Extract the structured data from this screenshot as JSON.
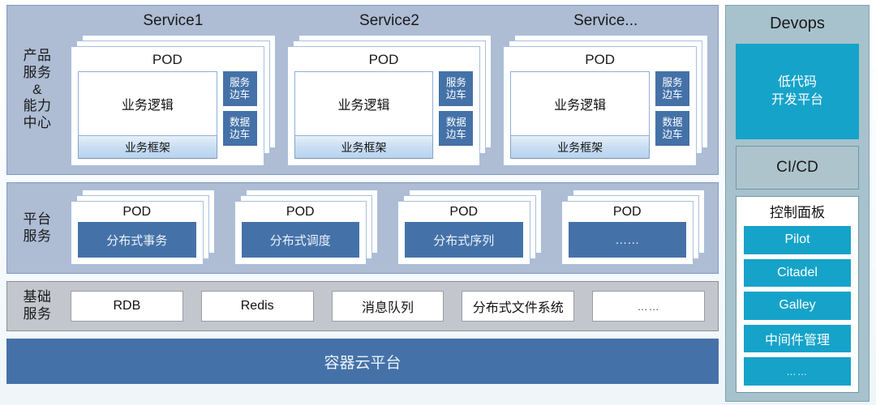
{
  "tiers": {
    "product": {
      "label": "产品\n服务\n&\n能力\n中心",
      "services": [
        {
          "title": "Service1",
          "pod_label": "POD",
          "business_logic": "业务逻辑",
          "business_framework": "业务框架",
          "sidecars": [
            "服务\n边车",
            "数据\n边车"
          ]
        },
        {
          "title": "Service2",
          "pod_label": "POD",
          "business_logic": "业务逻辑",
          "business_framework": "业务框架",
          "sidecars": [
            "服务\n边车",
            "数据\n边车"
          ]
        },
        {
          "title": "Service...",
          "pod_label": "POD",
          "business_logic": "业务逻辑",
          "business_framework": "业务框架",
          "sidecars": [
            "服务\n边车",
            "数据\n边车"
          ]
        }
      ]
    },
    "platform": {
      "label": "平台\n服务",
      "items": [
        {
          "pod_label": "POD",
          "name": "分布式事务"
        },
        {
          "pod_label": "POD",
          "name": "分布式调度"
        },
        {
          "pod_label": "POD",
          "name": "分布式序列"
        },
        {
          "pod_label": "POD",
          "name": "……"
        }
      ]
    },
    "infrastructure": {
      "label": "基础\n服务",
      "items": [
        "RDB",
        "Redis",
        "消息队列",
        "分布式文件系统",
        "……"
      ]
    },
    "container": {
      "label": "容器云平台"
    }
  },
  "devops": {
    "title": "Devops",
    "lowcode": "低代码\n开发平台",
    "cicd": "CI/CD",
    "control_panel": {
      "title": "控制面板",
      "buttons": [
        "Pilot",
        "Citadel",
        "Galley",
        "中间件管理",
        "……"
      ]
    }
  },
  "colors": {
    "tier_band_blue": "#aebcd4",
    "tier_band_gray": "#c3c7cd",
    "pod_fill_blue": "#4472a8",
    "devops_bg": "#a7c2cc",
    "devops_accent_teal": "#16a3c9",
    "card_white": "#ffffff"
  }
}
